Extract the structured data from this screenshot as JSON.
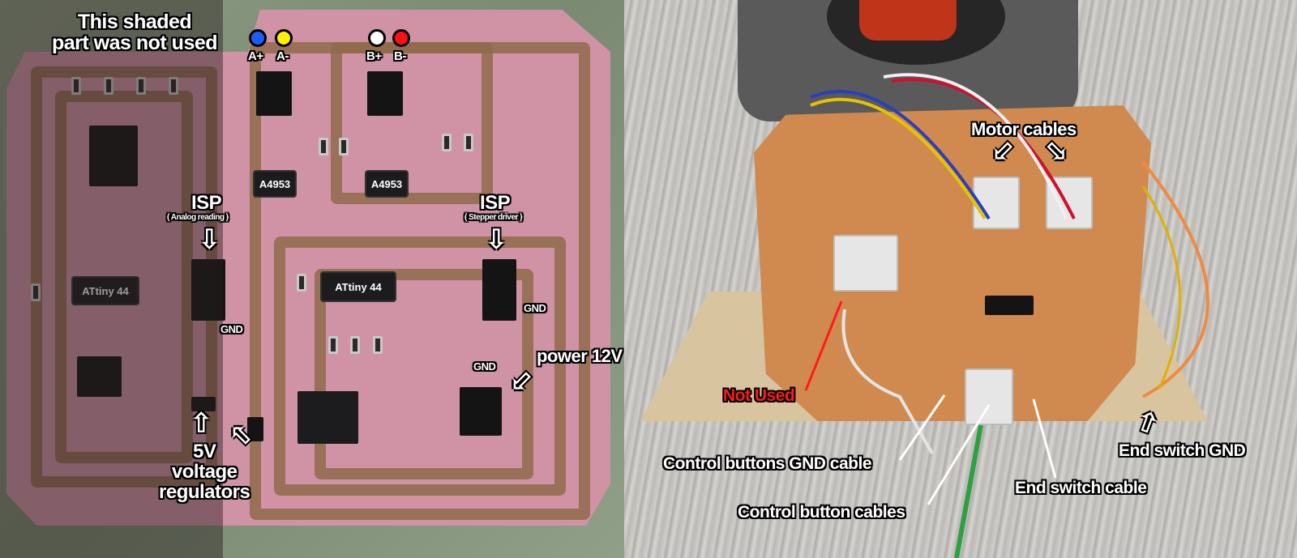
{
  "left_panel": {
    "shaded_note": "This shaded part was not used",
    "shaded_note_lines": [
      "This shaded",
      "part was not used"
    ],
    "connectors_a": {
      "dots": [
        {
          "color": "#1e5bff",
          "label": "A+"
        },
        {
          "color": "#ffef00",
          "label": "A-"
        }
      ]
    },
    "connectors_b": {
      "dots": [
        {
          "color": "#ffffff",
          "label": "B+"
        },
        {
          "color": "#ff1010",
          "label": "B-"
        }
      ]
    },
    "chips": {
      "driver_a": "A4953",
      "driver_b": "A4953",
      "mcu_left": "ATtiny 44",
      "mcu_center": "ATtiny 44"
    },
    "isp_left": {
      "title": "ISP",
      "subtitle": "( Analog reading )",
      "gnd": "GND"
    },
    "isp_right": {
      "title": "ISP",
      "subtitle": "( Stepper driver )",
      "gnd": "GND"
    },
    "power": {
      "label": "power 12V",
      "gnd": "GND"
    },
    "regulators": {
      "lines": [
        "5V",
        "voltage",
        "regulators"
      ]
    }
  },
  "right_panel": {
    "labels": {
      "motor_cables": "Motor cables",
      "not_used": "Not Used",
      "control_gnd": "Control buttons GND cable",
      "control_cables": "Control button cables",
      "end_switch_cable": "End switch cable",
      "end_switch_gnd": "End switch GND"
    }
  },
  "colors": {
    "label_text": "#ffffff",
    "label_outline": "#000000",
    "warning_text": "#ff1a1a",
    "pcb_left": "#cf93a5",
    "pcb_right": "#d08a4f"
  }
}
